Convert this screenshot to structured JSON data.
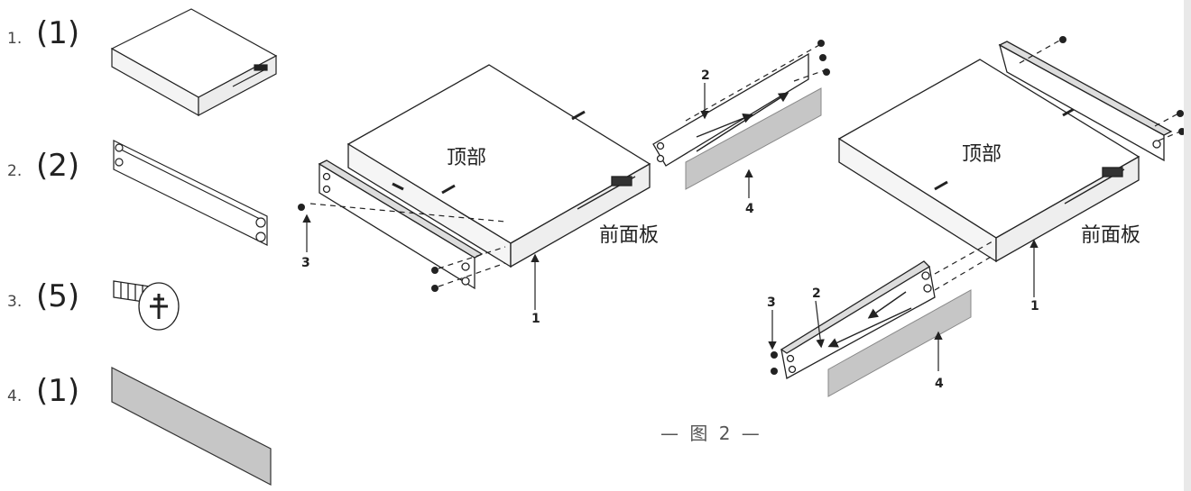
{
  "parts": [
    {
      "index": "1.",
      "qty": "(1)"
    },
    {
      "index": "2.",
      "qty": "(2)"
    },
    {
      "index": "3.",
      "qty": "(5)"
    },
    {
      "index": "4.",
      "qty": "(1)"
    }
  ],
  "left_view": {
    "top_label": "顶部",
    "front_label": "前面板",
    "callouts": {
      "c1": "1",
      "c2": "2",
      "c3": "3",
      "c4": "4"
    }
  },
  "right_view": {
    "top_label": "顶部",
    "front_label": "前面板",
    "callouts": {
      "c1": "1",
      "c2": "2",
      "c3": "3",
      "c4": "4"
    }
  },
  "figure_caption": "— 图 2 —"
}
